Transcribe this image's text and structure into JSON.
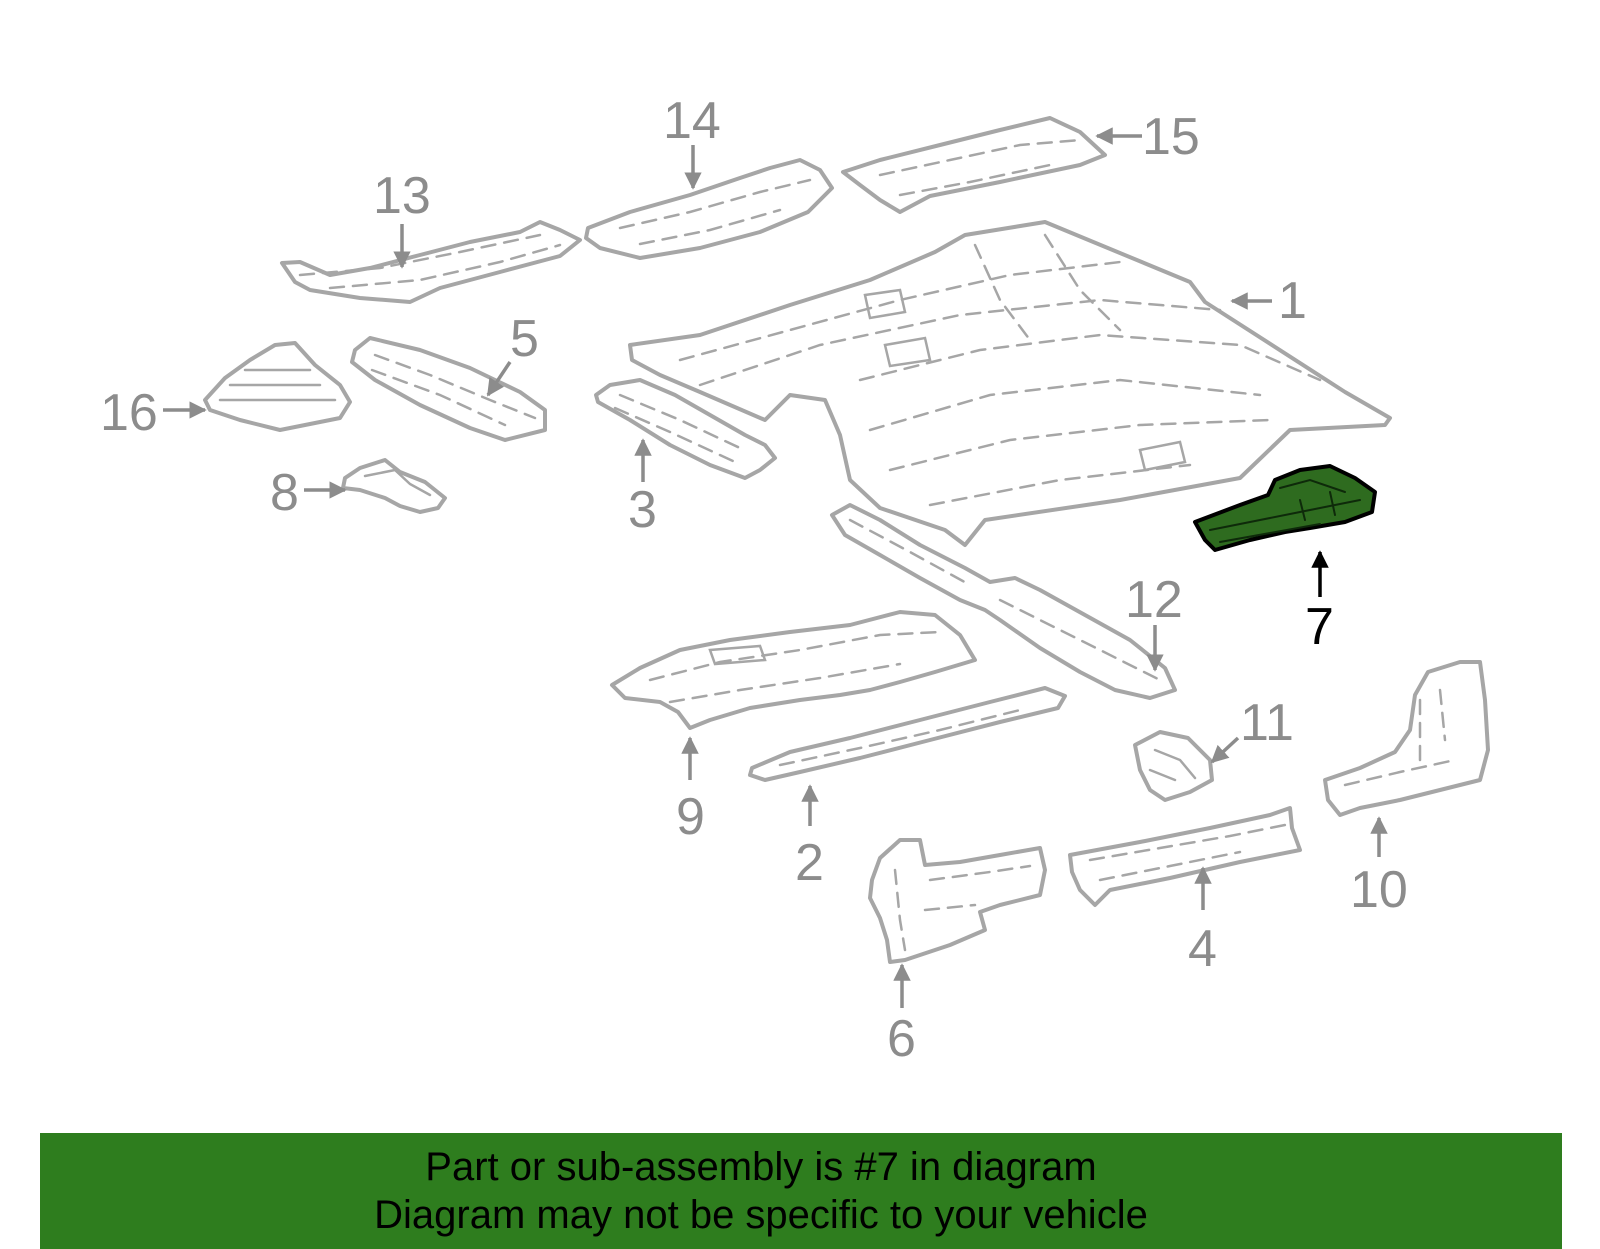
{
  "diagram": {
    "callouts": [
      "1",
      "2",
      "3",
      "4",
      "5",
      "6",
      "7",
      "8",
      "9",
      "10",
      "11",
      "12",
      "13",
      "14",
      "15",
      "16"
    ],
    "highlighted_part": "7",
    "highlight_color": "#2e6b1f",
    "part_outline_color": "#a6a6a6",
    "label_color": "#8c8c8c"
  },
  "banner": {
    "line1": "Part or sub-assembly is #7 in diagram",
    "line2": "Diagram may not be specific to your vehicle",
    "background": "#2e7d1e"
  }
}
